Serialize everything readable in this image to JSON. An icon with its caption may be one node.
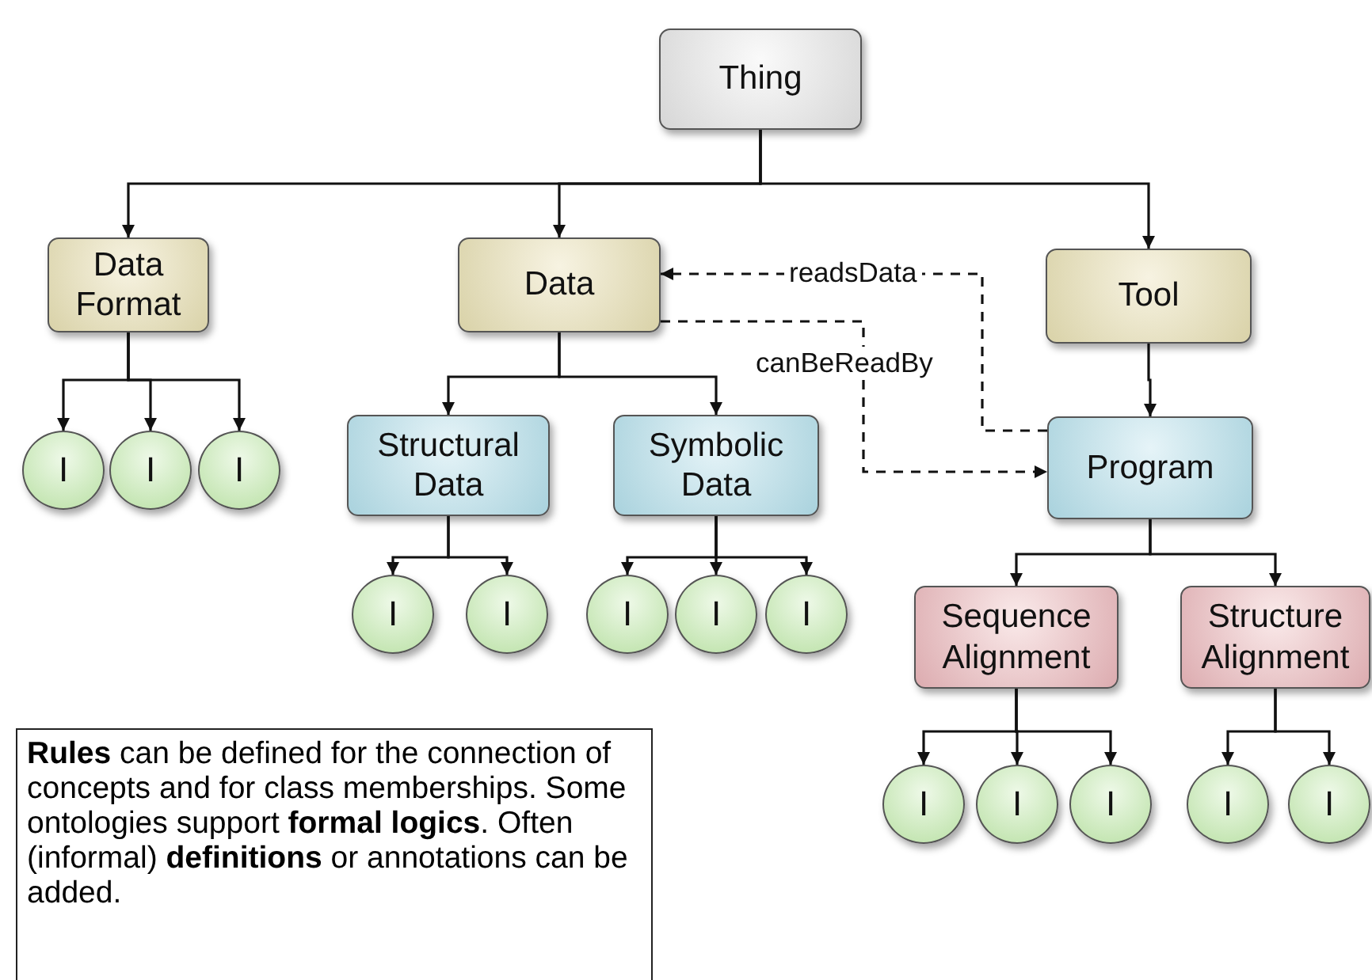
{
  "diagram": {
    "nodes": [
      {
        "text": [
          "Thing"
        ]
      },
      {
        "text": [
          "Data Format"
        ]
      },
      {
        "text": [
          "Data"
        ]
      },
      {
        "text": [
          "Tool"
        ]
      },
      {
        "text": [
          "I"
        ]
      },
      {
        "text": [
          "I"
        ]
      },
      {
        "text": [
          "I"
        ]
      },
      {
        "text": [
          "Structural Data"
        ]
      },
      {
        "text": [
          "Symbolic Data"
        ]
      },
      {
        "text": [
          "Program"
        ]
      },
      {
        "text": [
          "I"
        ]
      },
      {
        "text": [
          "I"
        ]
      },
      {
        "text": [
          "I"
        ]
      },
      {
        "text": [
          "I"
        ]
      },
      {
        "text": [
          "I"
        ]
      },
      {
        "text": [
          "Sequence Alignment"
        ]
      },
      {
        "text": [
          "Structure Alignment"
        ]
      },
      {
        "text": [
          "I"
        ]
      },
      {
        "text": [
          "I"
        ]
      },
      {
        "text": [
          "I"
        ]
      },
      {
        "text": [
          "I"
        ]
      },
      {
        "text": [
          "I"
        ]
      },
      {
        "text": [
          "**Rules** can be defined for the connection of concepts and for class memberships. Some ontologies support **formal logics**. Often (informal) **definitions** or annotations can be added."
        ]
      }
    ],
    "edges": [
      {
        "from": 0,
        "to": 1,
        "arrow": "to"
      },
      {
        "from": 0,
        "to": 2,
        "arrow": "to"
      },
      {
        "from": 0,
        "to": 3,
        "arrow": "to"
      },
      {
        "from": 1,
        "to": 4,
        "arrow": "to"
      },
      {
        "from": 1,
        "to": 5,
        "arrow": "to"
      },
      {
        "from": 1,
        "to": 6,
        "arrow": "to"
      },
      {
        "from": 2,
        "to": 7,
        "arrow": "to"
      },
      {
        "from": 2,
        "to": 8,
        "arrow": "to"
      },
      {
        "from": 3,
        "to": 9,
        "arrow": "to"
      },
      {
        "from": 9,
        "to": 2,
        "arrow": "to",
        "label": "readsData",
        "style": "dashed"
      },
      {
        "from": 2,
        "to": 9,
        "arrow": "to",
        "label": "canBeReadBy",
        "style": "dashed"
      },
      {
        "from": 7,
        "to": 10,
        "arrow": "to"
      },
      {
        "from": 7,
        "to": 11,
        "arrow": "to"
      },
      {
        "from": 8,
        "to": 12,
        "arrow": "to"
      },
      {
        "from": 8,
        "to": 13,
        "arrow": "to"
      },
      {
        "from": 8,
        "to": 14,
        "arrow": "to"
      },
      {
        "from": 9,
        "to": 15,
        "arrow": "to"
      },
      {
        "from": 9,
        "to": 16,
        "arrow": "to"
      },
      {
        "from": 15,
        "to": 17,
        "arrow": "to"
      },
      {
        "from": 15,
        "to": 18,
        "arrow": "to"
      },
      {
        "from": 15,
        "to": 19,
        "arrow": "to"
      },
      {
        "from": 16,
        "to": 20,
        "arrow": "to"
      },
      {
        "from": 16,
        "to": 21,
        "arrow": "to"
      }
    ]
  }
}
